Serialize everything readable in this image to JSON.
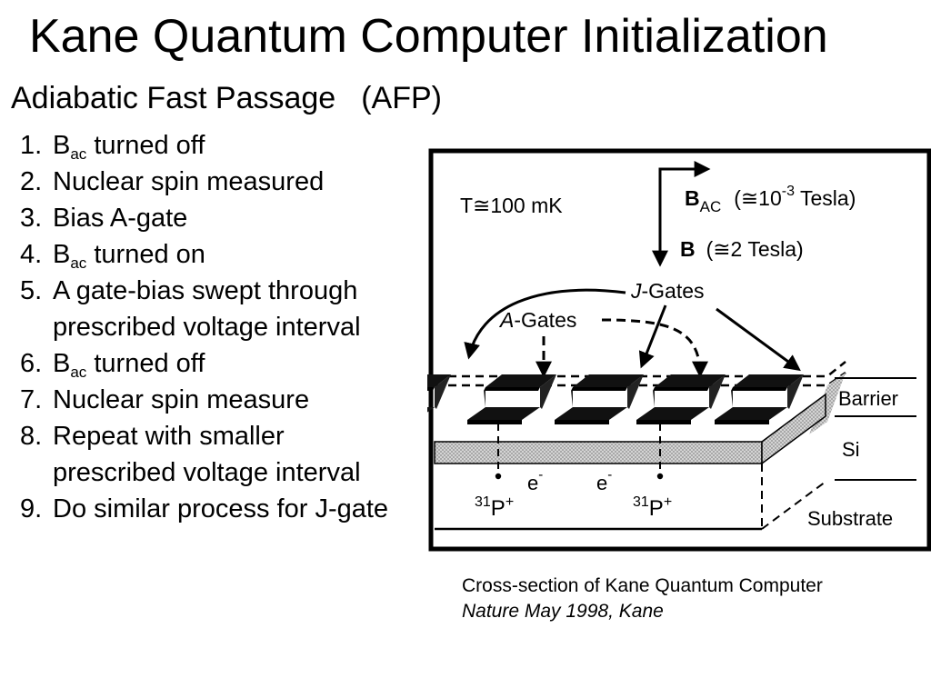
{
  "title": "Kane Quantum Computer Initialization",
  "subtitle": {
    "name": "Adiabatic Fast Passage",
    "abbr": "(AFP)"
  },
  "steps": [
    {
      "num": "1.",
      "pre": "B",
      "sub": "ac",
      "post": " turned off"
    },
    {
      "num": "2.",
      "text": "Nuclear spin measured"
    },
    {
      "num": "3.",
      "text": "Bias A-gate"
    },
    {
      "num": "4.",
      "pre": "B",
      "sub": "ac",
      "post": " turned on"
    },
    {
      "num": "5.",
      "line1": "A gate-bias swept through",
      "line2": "prescribed voltage interval"
    },
    {
      "num": "6.",
      "pre": "B",
      "sub": "ac",
      "post": " turned off"
    },
    {
      "num": "7.",
      "text": "Nuclear spin measure"
    },
    {
      "num": "8.",
      "line1": "Repeat with smaller",
      "line2": "prescribed voltage interval"
    },
    {
      "num": "9.",
      "text": "Do similar process for J-gate"
    }
  ],
  "figure": {
    "temperature": "T≅100  mK",
    "bac_main": "B",
    "bac_sub": "AC",
    "bac_open": "(≅10",
    "bac_exp": "-3",
    "bac_unit": "Tesla)",
    "b_main": "B",
    "b_value": "(≅2  Tesla)",
    "j_letter": "J",
    "j_rest": "-Gates",
    "a_letter": "A",
    "a_rest": "-Gates",
    "barrier": "Barrier",
    "si": "Si",
    "substrate": "Substrate",
    "electron_base": "e",
    "electron_charge": "-",
    "p_mass": "31",
    "p_symbol": "P",
    "p_charge": "+"
  },
  "caption": {
    "line1": "Cross-section of Kane Quantum Computer",
    "line2": "Nature May 1998, Kane"
  }
}
